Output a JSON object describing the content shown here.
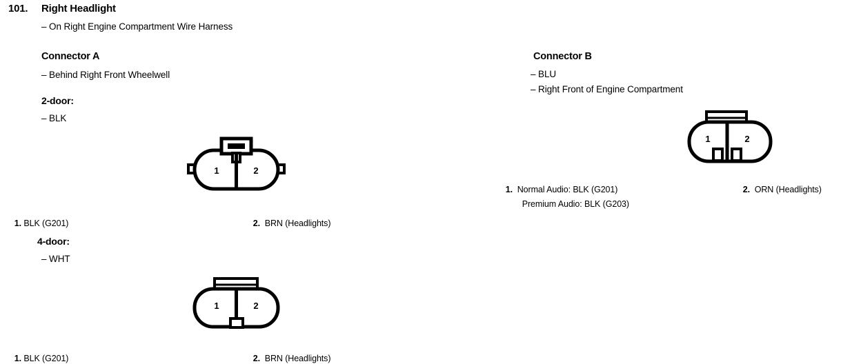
{
  "page": {
    "section_number": "101.",
    "section_title": "Right Headlight",
    "section_note": "– On Right Engine Compartment Wire Harness",
    "background_color": "#ffffff",
    "line_color": "#000000"
  },
  "connector_a": {
    "title": "Connector A",
    "location": "– Behind Right Front Wheelwell",
    "variants": [
      {
        "name": "2-door:",
        "color_code": "– BLK",
        "connector_style": "oval-two-cavity-with-latch-tab",
        "pin_numbers": [
          "1",
          "2"
        ],
        "pins": [
          {
            "number": "1.",
            "text": "BLK (G201)"
          },
          {
            "number": "2.",
            "text": "BRN (Headlights)"
          }
        ]
      },
      {
        "name": "4-door:",
        "color_code": "– WHT",
        "connector_style": "oval-two-cavity-with-flat-bar-tab",
        "pin_numbers": [
          "1",
          "2"
        ],
        "pins": [
          {
            "number": "1.",
            "text": "BLK (G201)"
          },
          {
            "number": "2.",
            "text": "BRN (Headlights)"
          }
        ]
      }
    ]
  },
  "connector_b": {
    "title": "Connector B",
    "color_code": "– BLU",
    "location": "– Right Front of Engine Compartment",
    "connector_style": "oval-two-cavity-with-flat-bar-tab-two-notches",
    "pin_numbers": [
      "1",
      "2"
    ],
    "pins": [
      {
        "number": "1.",
        "lines": [
          "Normal Audio: BLK (G201)",
          "Premium Audio: BLK (G203)"
        ]
      },
      {
        "number": "2.",
        "lines": [
          "ORN (Headlights)"
        ]
      }
    ]
  }
}
